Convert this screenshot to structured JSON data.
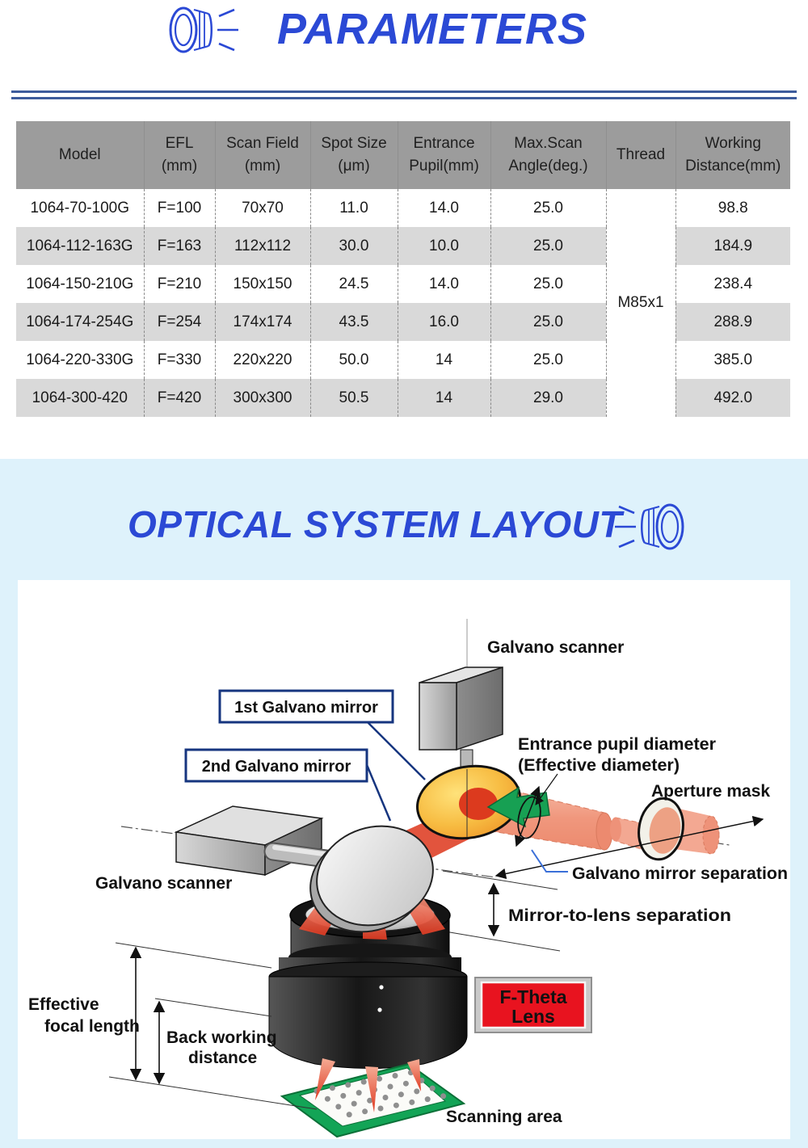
{
  "colors": {
    "accent_blue": "#2b49d5",
    "rule_blue": "#3d5c9c",
    "band_bg": "#def2fb",
    "table_header_bg": "#9c9c9c",
    "table_stripe": "#d9d9d9",
    "label_box_border": "#16357f",
    "f_theta_red": "#e8131f",
    "board_green": "#13a456"
  },
  "header1": {
    "title": "PARAMETERS"
  },
  "header2": {
    "title": "OPTICAL SYSTEM LAYOUT"
  },
  "table": {
    "columns": [
      "Model",
      "EFL\n(mm)",
      "Scan Field\n(mm)",
      "Spot Size\n(μm)",
      "Entrance\nPupil(mm)",
      "Max.Scan\nAngle(deg.)",
      "Thread",
      "Working\nDistance(mm)"
    ],
    "thread": "M85x1",
    "rows": [
      {
        "model": "1064-70-100G",
        "efl": "F=100",
        "scan_field": "70x70",
        "spot": "11.0",
        "pupil": "14.0",
        "angle": "25.0",
        "wd": "98.8"
      },
      {
        "model": "1064-112-163G",
        "efl": "F=163",
        "scan_field": "112x112",
        "spot": "30.0",
        "pupil": "10.0",
        "angle": "25.0",
        "wd": "184.9"
      },
      {
        "model": "1064-150-210G",
        "efl": "F=210",
        "scan_field": "150x150",
        "spot": "24.5",
        "pupil": "14.0",
        "angle": "25.0",
        "wd": "238.4"
      },
      {
        "model": "1064-174-254G",
        "efl": "F=254",
        "scan_field": "174x174",
        "spot": "43.5",
        "pupil": "16.0",
        "angle": "25.0",
        "wd": "288.9"
      },
      {
        "model": "1064-220-330G",
        "efl": "F=330",
        "scan_field": "220x220",
        "spot": "50.0",
        "pupil": "14",
        "angle": "25.0",
        "wd": "385.0"
      },
      {
        "model": "1064-300-420",
        "efl": "F=420",
        "scan_field": "300x300",
        "spot": "50.5",
        "pupil": "14",
        "angle": "29.0",
        "wd": "492.0"
      }
    ]
  },
  "diagram": {
    "galvano_scanner_top": "Galvano scanner",
    "first_galvano_mirror": "1st Galvano mirror",
    "second_galvano_mirror": "2nd Galvano mirror",
    "entrance_pupil_1": "Entrance pupil diameter",
    "entrance_pupil_2": "(Effective diameter)",
    "aperture_mask": "Aperture mask",
    "galvano_mirror_separation": "Galvano mirror separation",
    "mirror_to_lens_separation": "Mirror-to-lens separation",
    "galvano_scanner_left": "Galvano scanner",
    "effective_focal_1": "Effective",
    "effective_focal_2": "focal length",
    "back_working_1": "Back working",
    "back_working_2": "distance",
    "f_theta_1": "F-Theta",
    "f_theta_2": "Lens",
    "scanning_area": "Scanning area"
  }
}
